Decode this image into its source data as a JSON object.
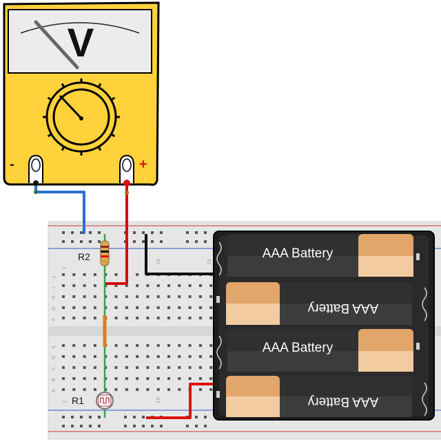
{
  "meter": {
    "unit": "V",
    "terminal_negative": "-",
    "terminal_positive": "+",
    "colors": {
      "body": "#ffd23c",
      "outline": "#000000",
      "negative": "#111111",
      "positive": "#e00000"
    }
  },
  "components": {
    "resistor_label": "R2",
    "photoresistor_label": "R1"
  },
  "breadboard": {
    "rows_top": [
      "J",
      "I",
      "H",
      "G",
      "F"
    ],
    "rows_bottom": [
      "E",
      "D",
      "C",
      "B",
      "A"
    ],
    "columns_top": [
      "1",
      "10",
      "15"
    ],
    "columns_bottom": [
      "1",
      "10"
    ]
  },
  "battery_pack": {
    "cells": [
      {
        "label": "AAA Battery",
        "orientation": "normal"
      },
      {
        "label": "AAA Battery",
        "orientation": "flipped"
      },
      {
        "label": "AAA Battery",
        "orientation": "normal"
      },
      {
        "label": "AAA Battery",
        "orientation": "flipped"
      }
    ]
  },
  "wire_colors": {
    "blue": "#2a6fd6",
    "red": "#dd1111",
    "black": "#111111",
    "orange": "#e07a22"
  }
}
